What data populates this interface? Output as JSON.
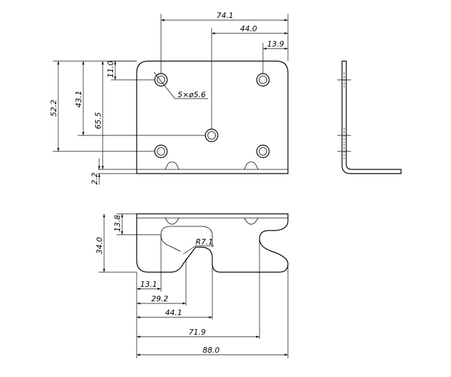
{
  "drawing": {
    "front_view": {
      "dims": {
        "width_total": "74.1",
        "center_to_edge": "44.0",
        "edge_offset": "13.9",
        "top_offset": "11.0",
        "hole_spacing_v": "43.1",
        "overall_52": "52.2",
        "overall_65": "65.5",
        "thickness": "2.2",
        "hole_callout": "5×ø5.6"
      }
    },
    "top_view": {
      "dims": {
        "depth_small": "13.8",
        "depth_total": "34.0",
        "radius": "R7.1",
        "w1": "13.1",
        "w2": "29.2",
        "w3": "44.1",
        "w4": "71.9",
        "w5": "88.0"
      }
    }
  }
}
